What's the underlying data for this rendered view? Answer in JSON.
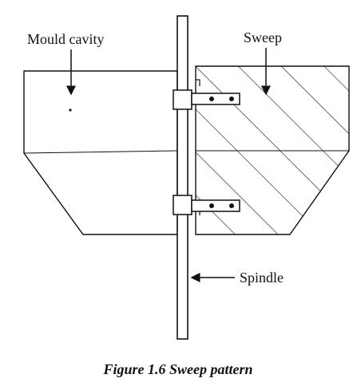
{
  "figure": {
    "labels": {
      "mould_cavity": "Mould cavity",
      "sweep": "Sweep",
      "spindle": "Spindle"
    },
    "caption": "Figure 1.6 Sweep pattern"
  }
}
